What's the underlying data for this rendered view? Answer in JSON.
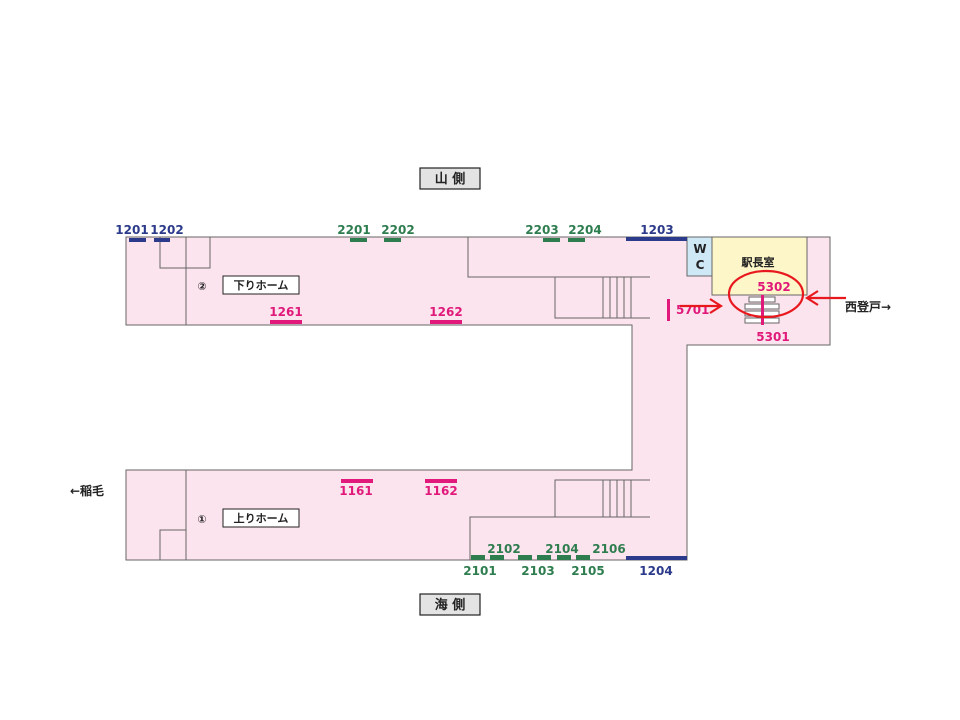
{
  "sides": {
    "mountain": "山 側",
    "sea": "海 側"
  },
  "platforms": [
    {
      "number": "②",
      "name": "下りホーム"
    },
    {
      "number": "①",
      "name": "上りホーム"
    }
  ],
  "rooms": {
    "wc": "W C",
    "station_master": "駅長室"
  },
  "directions": {
    "east": "西登戸→",
    "west": "←稲毛"
  },
  "markers": {
    "blue": [
      "1201",
      "1202",
      "1203",
      "1204"
    ],
    "green_top": [
      "2201",
      "2202",
      "2203",
      "2204"
    ],
    "green_bottom": [
      "2101",
      "2102",
      "2103",
      "2104",
      "2105",
      "2106"
    ],
    "magenta": [
      "1261",
      "1262",
      "1161",
      "1162",
      "5701",
      "5302",
      "5301"
    ]
  },
  "highlight": "5302",
  "colors": {
    "blue": "#2b3a8a",
    "green": "#2e7d4f",
    "magenta": "#e0197a",
    "platform": "#fce4ee",
    "wc": "#cfe8f5",
    "office": "#fdf6c9",
    "highlight": "#e8191e"
  }
}
